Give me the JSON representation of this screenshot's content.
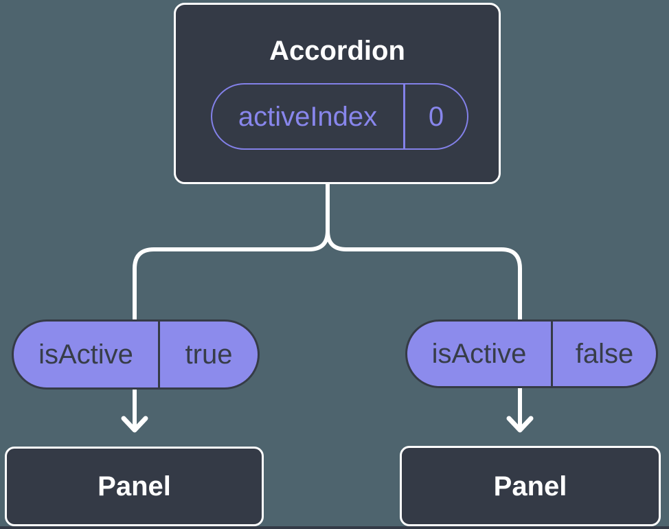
{
  "diagram": {
    "root": {
      "title": "Accordion",
      "state_pill": {
        "label": "activeIndex",
        "value": "0"
      }
    },
    "branches": [
      {
        "prop_pill": {
          "label": "isActive",
          "value": "true"
        },
        "target": {
          "title": "Panel"
        }
      },
      {
        "prop_pill": {
          "label": "isActive",
          "value": "false"
        },
        "target": {
          "title": "Panel"
        }
      }
    ],
    "icons": {
      "left_arrow": "down-arrow-icon",
      "right_arrow": "down-arrow-icon"
    },
    "colors": {
      "background": "#4E646E",
      "node_fill": "#343A46",
      "node_border": "#FFFFFF",
      "connector": "#FFFFFF",
      "pill_fill": "#8C8BEC",
      "pill_outline": "#353B46",
      "pill_text": "#373D48",
      "state_accent": "#8381E9",
      "title_text": "#FFFFFF"
    }
  }
}
